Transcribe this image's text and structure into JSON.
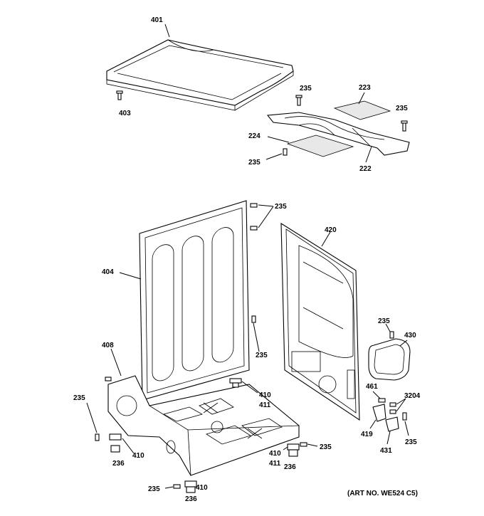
{
  "labels": {
    "p401": "401",
    "p403": "403",
    "p235_a": "235",
    "p223": "223",
    "p235_b": "235",
    "p224": "224",
    "p235_c": "235",
    "p222": "222",
    "p235_d": "235",
    "p420": "420",
    "p404": "404",
    "p408": "408",
    "p235_e": "235",
    "p410_a": "410",
    "p411_a": "411",
    "p235_f": "235",
    "p410_b": "410",
    "p236_a": "236",
    "p235_g": "235",
    "p410_c": "410",
    "p411_b": "411",
    "p236_b": "236",
    "p235_h": "235",
    "p410_d": "410",
    "p236_c": "236",
    "p235_i": "235",
    "p430": "430",
    "p461": "461",
    "p3204": "3204",
    "p419": "419",
    "p431": "431",
    "p235_j": "235"
  },
  "art_number": "(ART NO. WE524 C5)"
}
